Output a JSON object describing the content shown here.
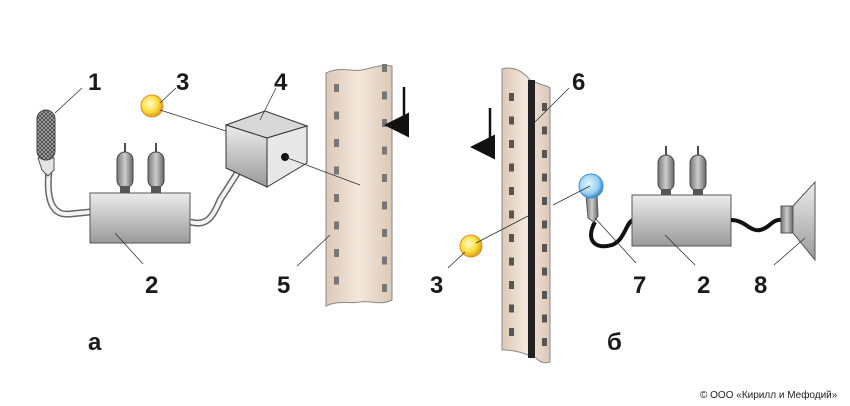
{
  "labels": {
    "microphone": "1",
    "amplifier_left": "2",
    "lamp_left": "3",
    "light_modulator": "4",
    "film_left": "5",
    "soundtrack": "6",
    "photocell": "7",
    "amplifier_right": "2",
    "lamp_right": "3",
    "speaker": "8",
    "panel_a": "а",
    "panel_b": "б"
  },
  "copyright": "© ООО «Кирилл и Мефодий»",
  "colors": {
    "film": "#e9d9c9",
    "lamp": "#f8e040",
    "photocell": "#9ccff0",
    "device": "#b8b8b8"
  }
}
